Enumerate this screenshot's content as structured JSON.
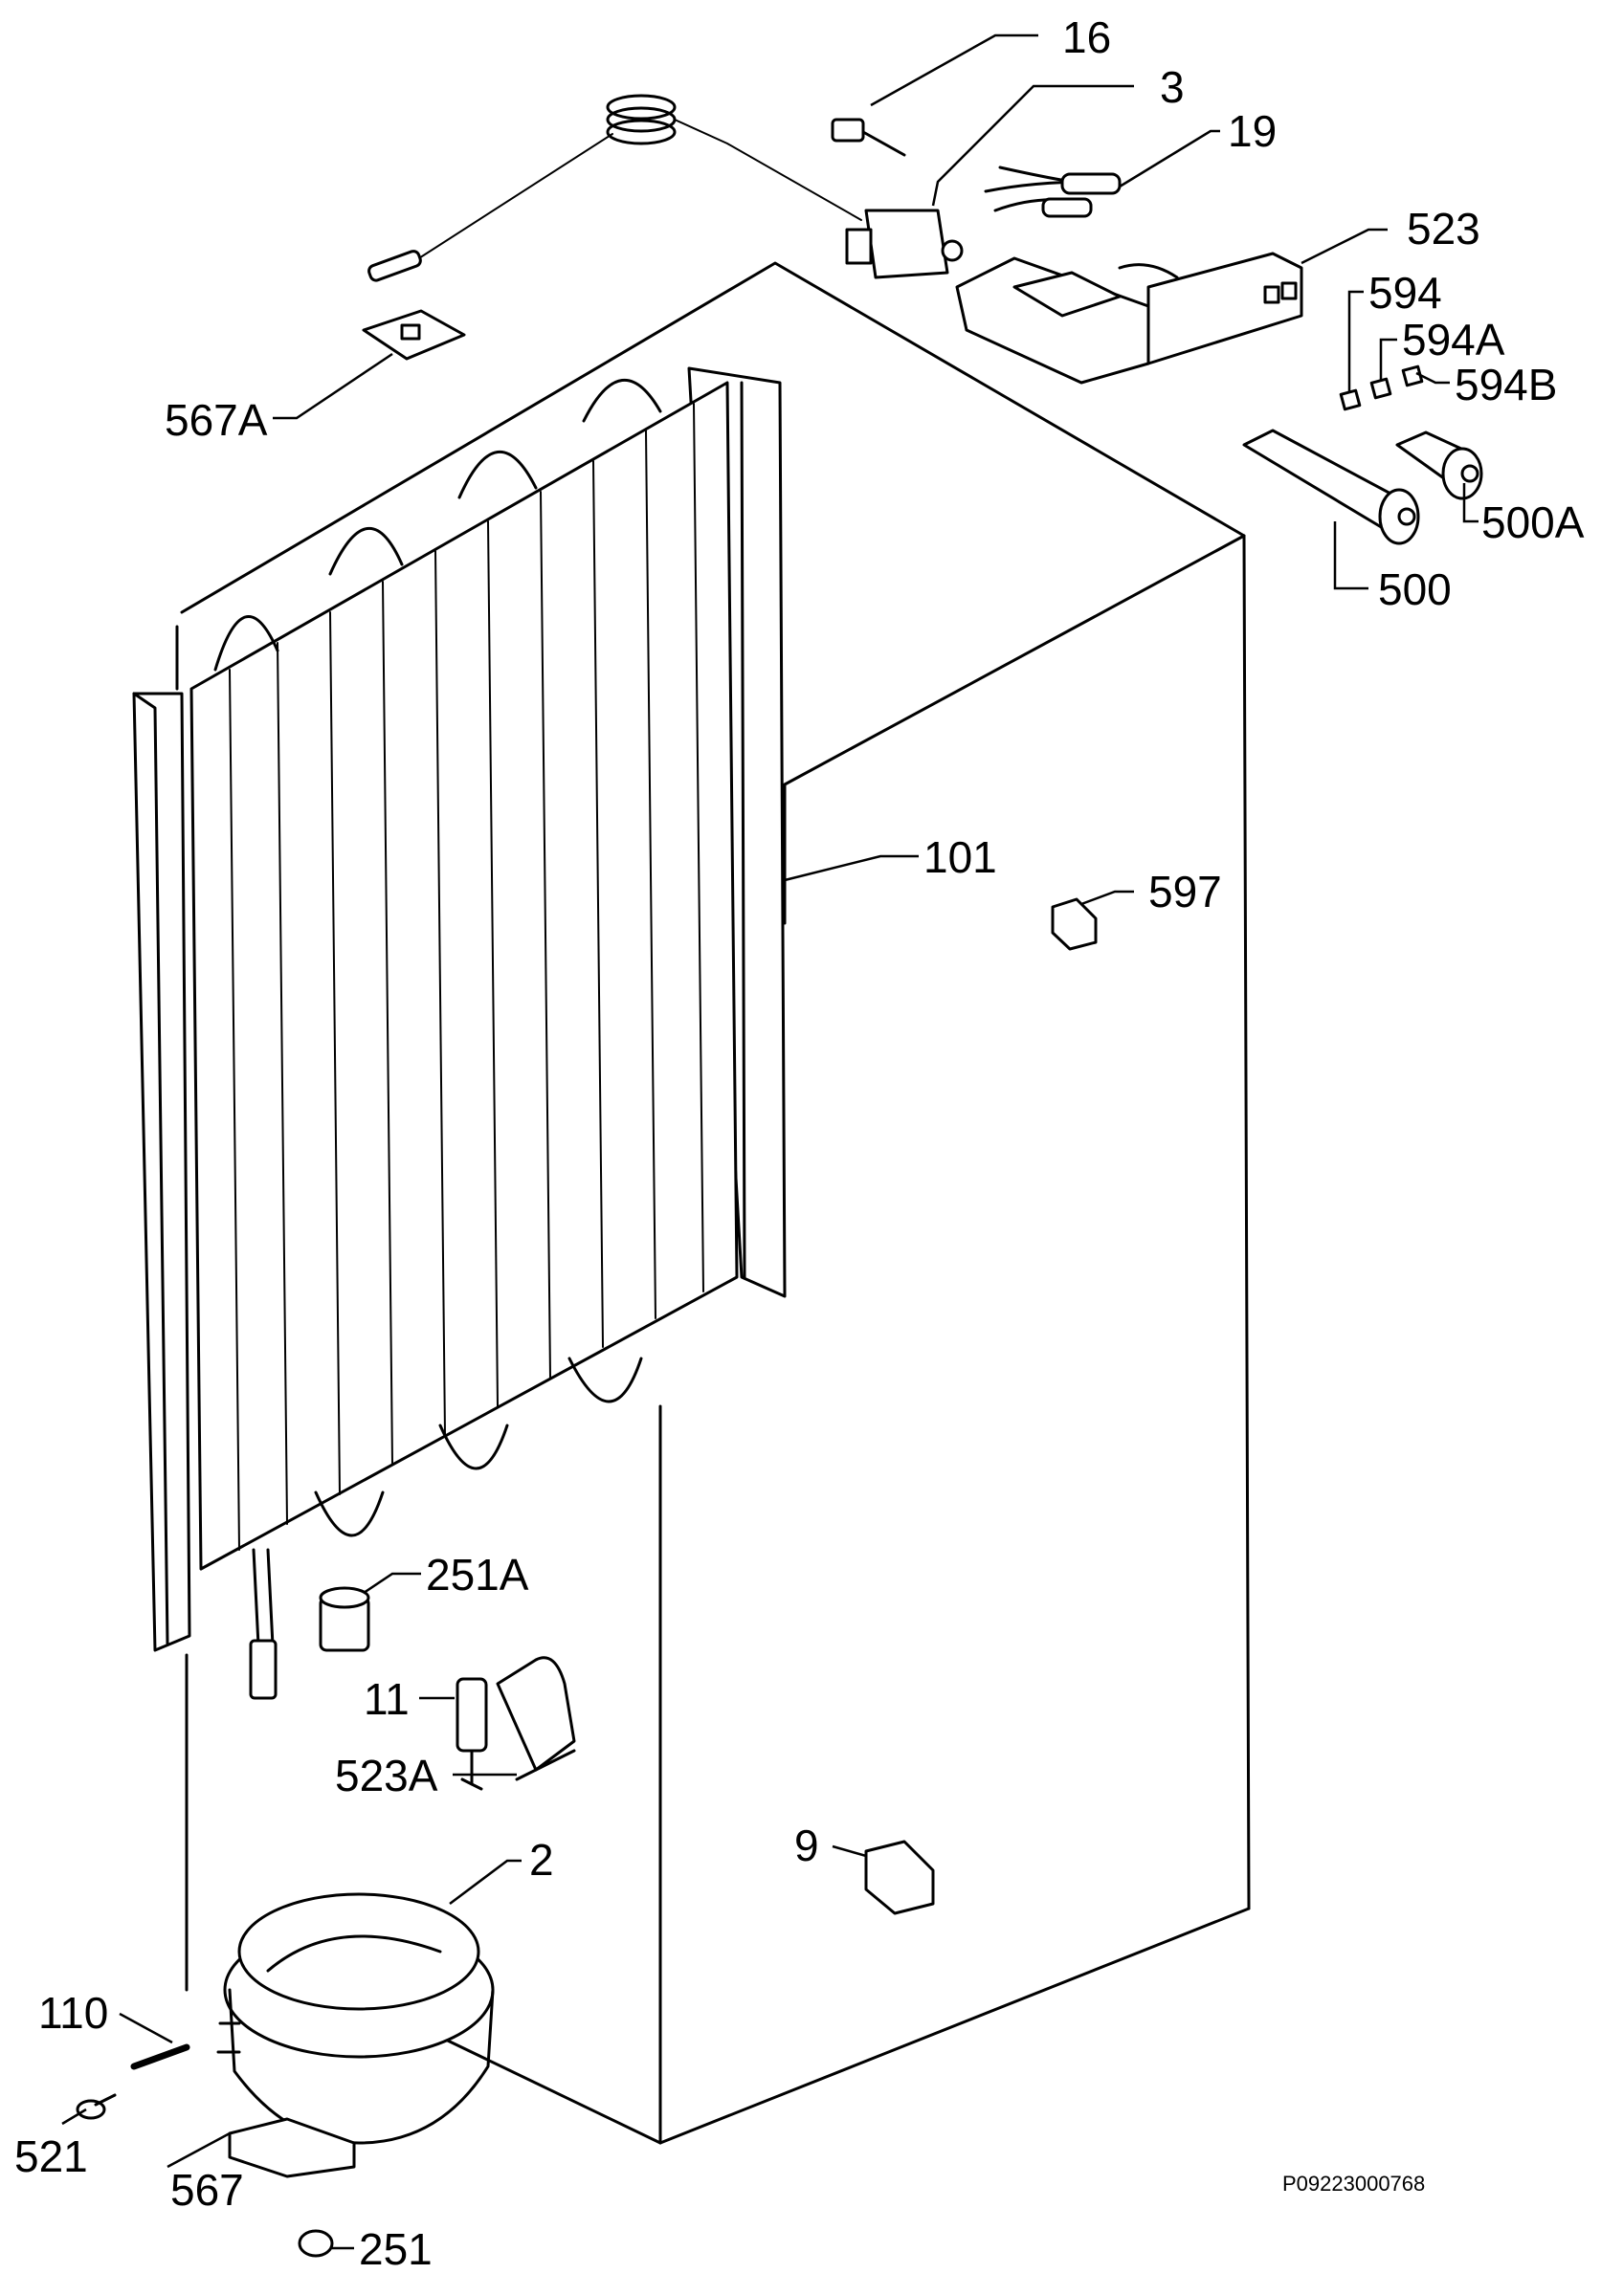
{
  "diagram": {
    "reference_code": "P09223000768",
    "callouts": [
      {
        "id": "16",
        "text": "16"
      },
      {
        "id": "3",
        "text": "3"
      },
      {
        "id": "19",
        "text": "19"
      },
      {
        "id": "523",
        "text": "523"
      },
      {
        "id": "594",
        "text": "594"
      },
      {
        "id": "594A",
        "text": "594A"
      },
      {
        "id": "594B",
        "text": "594B"
      },
      {
        "id": "567A",
        "text": "567A"
      },
      {
        "id": "500A",
        "text": "500A"
      },
      {
        "id": "500",
        "text": "500"
      },
      {
        "id": "101",
        "text": "101"
      },
      {
        "id": "597",
        "text": "597"
      },
      {
        "id": "251A",
        "text": "251A"
      },
      {
        "id": "11",
        "text": "11"
      },
      {
        "id": "523A",
        "text": "523A"
      },
      {
        "id": "2",
        "text": "2"
      },
      {
        "id": "9",
        "text": "9"
      },
      {
        "id": "110",
        "text": "110"
      },
      {
        "id": "521",
        "text": "521"
      },
      {
        "id": "567",
        "text": "567"
      },
      {
        "id": "251",
        "text": "251"
      }
    ]
  }
}
